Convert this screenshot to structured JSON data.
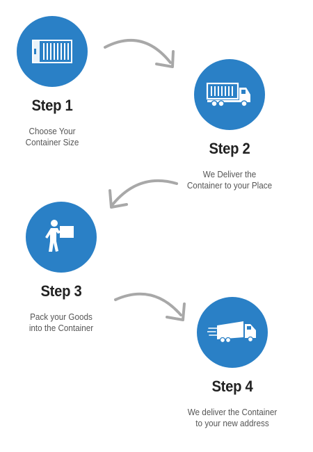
{
  "colors": {
    "accent": "#2a80c6",
    "arrow": "#a8a8a8",
    "title": "#222222",
    "text": "#555555"
  },
  "steps": [
    {
      "icon": "shipping-container-icon",
      "title": "Step 1",
      "desc_line1": "Choose Your",
      "desc_line2": "Container Size"
    },
    {
      "icon": "truck-icon",
      "title": "Step 2",
      "desc_line1": "We Deliver the",
      "desc_line2": "Container to your Place"
    },
    {
      "icon": "person-carrying-box-icon",
      "title": "Step 3",
      "desc_line1": "Pack your Goods",
      "desc_line2": "into the Container"
    },
    {
      "icon": "speeding-truck-icon",
      "title": "Step 4",
      "desc_line1": "We deliver the Container",
      "desc_line2": "to your new address"
    }
  ]
}
